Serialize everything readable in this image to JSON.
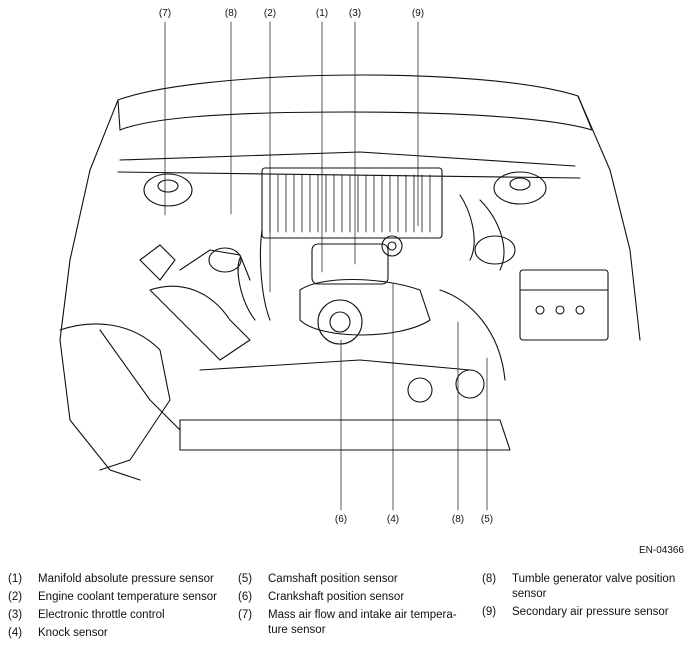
{
  "figure": {
    "figure_id": "EN-04366",
    "callouts_top": [
      "(7)",
      "(8)",
      "(2)",
      "(1)",
      "(3)",
      "(9)"
    ],
    "callouts_bottom": [
      "(6)",
      "(4)",
      "(8)",
      "(5)"
    ]
  },
  "legend": {
    "columns": [
      [
        {
          "num": "(1)",
          "text": "Manifold absolute pressure sensor"
        },
        {
          "num": "(2)",
          "text": "Engine coolant temperature sensor"
        },
        {
          "num": "(3)",
          "text": "Electronic throttle control"
        },
        {
          "num": "(4)",
          "text": "Knock sensor"
        }
      ],
      [
        {
          "num": "(5)",
          "text": "Camshaft position sensor"
        },
        {
          "num": "(6)",
          "text": "Crankshaft position sensor"
        },
        {
          "num": "(7)",
          "text": "Mass air flow and intake air tempera-ture sensor"
        }
      ],
      [
        {
          "num": "(8)",
          "text": "Tumble generator valve position sensor"
        },
        {
          "num": "(9)",
          "text": "Secondary air pressure sensor"
        }
      ]
    ]
  }
}
